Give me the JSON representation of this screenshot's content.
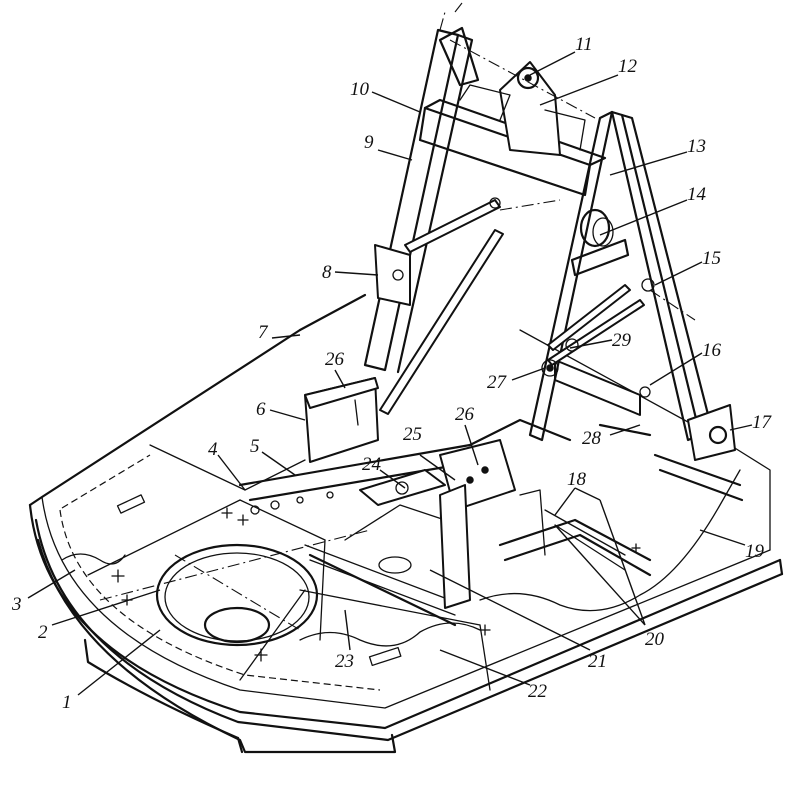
{
  "callouts": [
    {
      "id": "1",
      "text": "1"
    },
    {
      "id": "2",
      "text": "2"
    },
    {
      "id": "3",
      "text": "3"
    },
    {
      "id": "4",
      "text": "4"
    },
    {
      "id": "5",
      "text": "5"
    },
    {
      "id": "6",
      "text": "6"
    },
    {
      "id": "7",
      "text": "7"
    },
    {
      "id": "8",
      "text": "8"
    },
    {
      "id": "9",
      "text": "9"
    },
    {
      "id": "10",
      "text": "10"
    },
    {
      "id": "11",
      "text": "11"
    },
    {
      "id": "12",
      "text": "12"
    },
    {
      "id": "13",
      "text": "13"
    },
    {
      "id": "14",
      "text": "14"
    },
    {
      "id": "15",
      "text": "15"
    },
    {
      "id": "16",
      "text": "16"
    },
    {
      "id": "17",
      "text": "17"
    },
    {
      "id": "18",
      "text": "18"
    },
    {
      "id": "19",
      "text": "19"
    },
    {
      "id": "20",
      "text": "20"
    },
    {
      "id": "21",
      "text": "21"
    },
    {
      "id": "22",
      "text": "22"
    },
    {
      "id": "23",
      "text": "23"
    },
    {
      "id": "24",
      "text": "24"
    },
    {
      "id": "25",
      "text": "25"
    },
    {
      "id": "26a",
      "text": "26"
    },
    {
      "id": "26b",
      "text": "26"
    },
    {
      "id": "27",
      "text": "27"
    },
    {
      "id": "28",
      "text": "28"
    },
    {
      "id": "29",
      "text": "29"
    }
  ],
  "colors": {
    "ink": "#111111",
    "paper": "#ffffff"
  }
}
